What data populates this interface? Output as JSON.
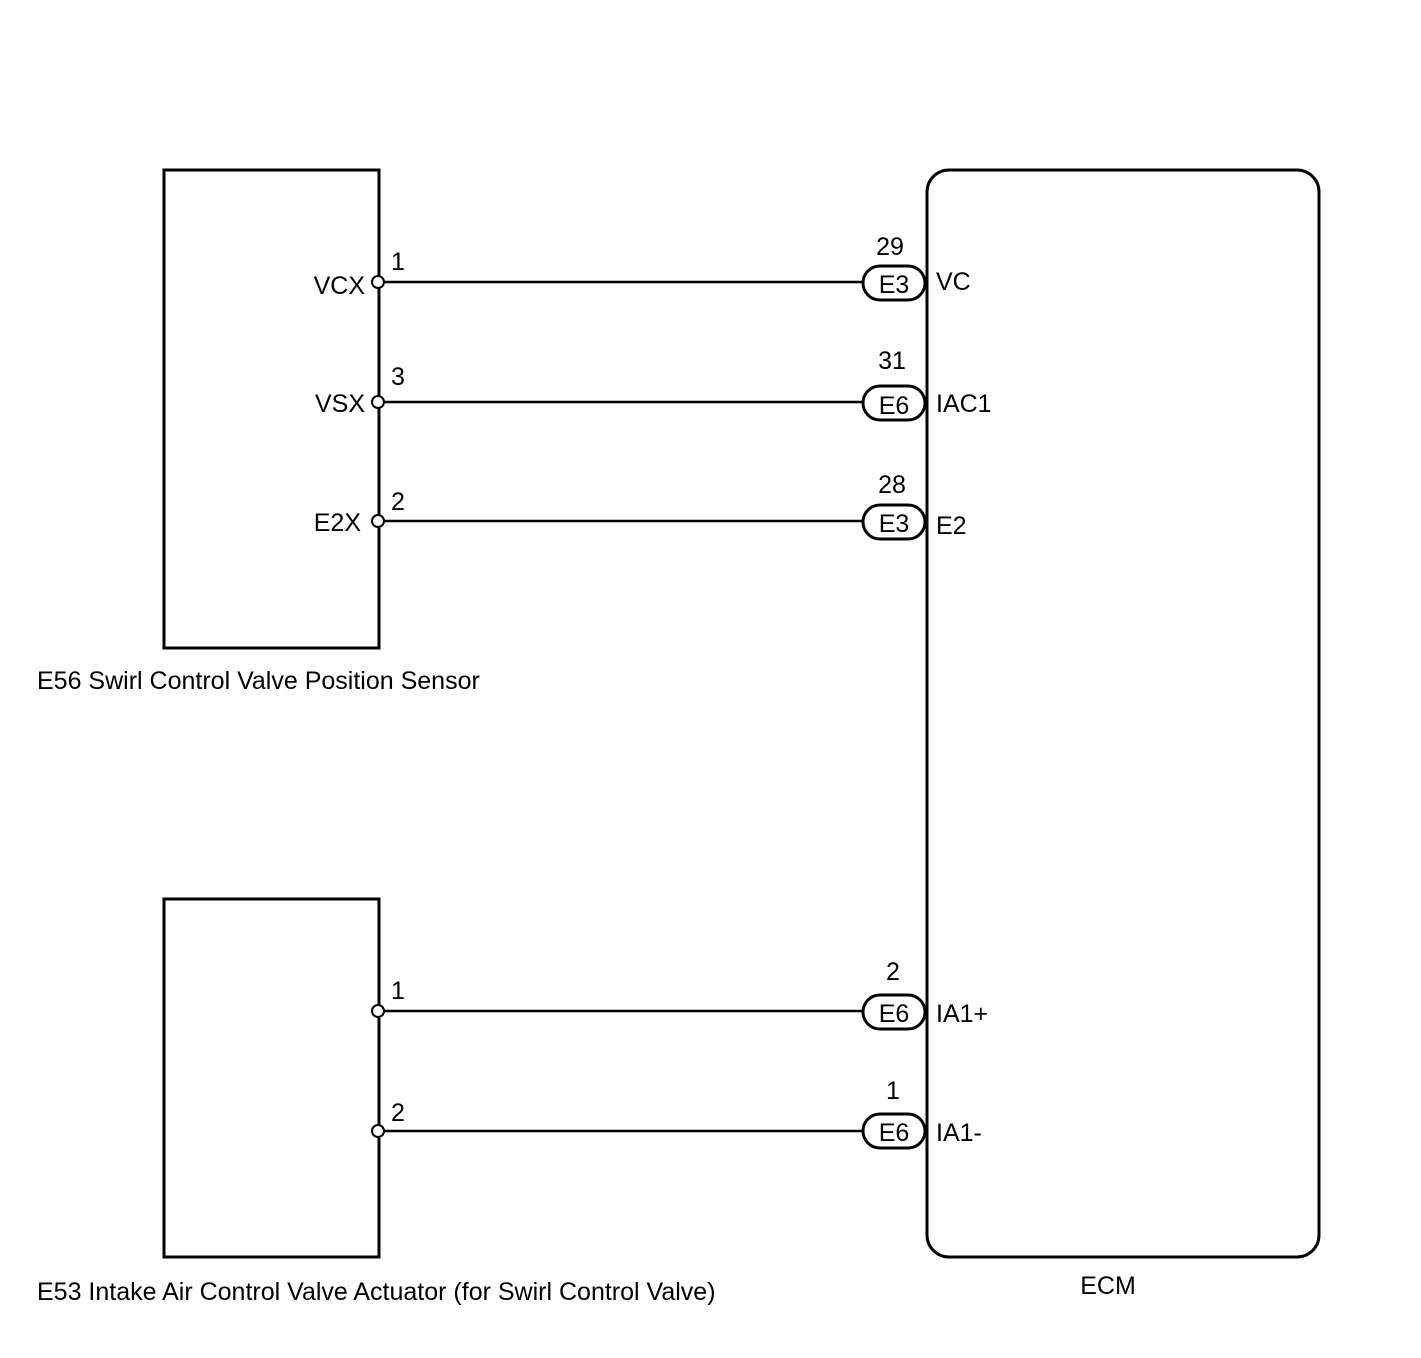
{
  "sensor": {
    "label": "E56  Swirl Control Valve Position Sensor",
    "pins": [
      {
        "name": "VCX",
        "pin": "1"
      },
      {
        "name": "VSX",
        "pin": "3"
      },
      {
        "name": "E2X",
        "pin": "2"
      }
    ]
  },
  "actuator": {
    "label": "E53  Intake Air Control Valve Actuator (for Swirl Control Valve)",
    "pins": [
      {
        "pin": "1"
      },
      {
        "pin": "2"
      }
    ]
  },
  "ecm": {
    "label": "ECM",
    "pins": [
      {
        "connector": "E3",
        "pin": "29",
        "name": "VC"
      },
      {
        "connector": "E6",
        "pin": "31",
        "name": "IAC1"
      },
      {
        "connector": "E3",
        "pin": "28",
        "name": "E2"
      },
      {
        "connector": "E6",
        "pin": "2",
        "name": "IA1+"
      },
      {
        "connector": "E6",
        "pin": "1",
        "name": "IA1-"
      }
    ]
  }
}
